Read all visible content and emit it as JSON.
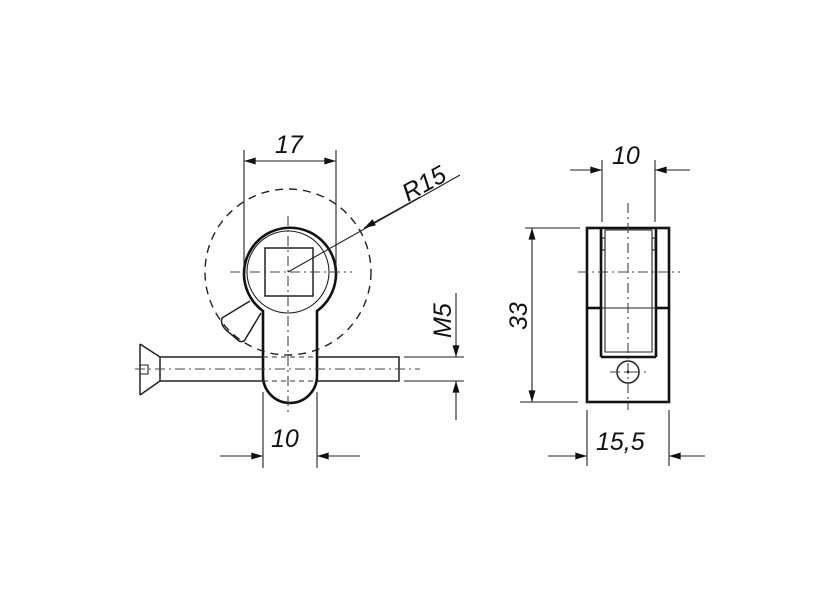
{
  "drawing": {
    "type": "technical-drawing",
    "views": [
      {
        "name": "front-view",
        "description": "Cam lock with square drive, lever and countersunk M5 screw"
      },
      {
        "name": "side-view",
        "description": "Housing side elevation with slot and pin hole"
      }
    ],
    "line_color": "#111111",
    "background": "#ffffff"
  },
  "dimensions": {
    "front_width_top": "17",
    "front_radius": "R15",
    "front_screw_thread": "M5",
    "front_width_bottom": "10",
    "side_width_top": "10",
    "side_height": "33",
    "side_width_bottom": "15,5"
  }
}
